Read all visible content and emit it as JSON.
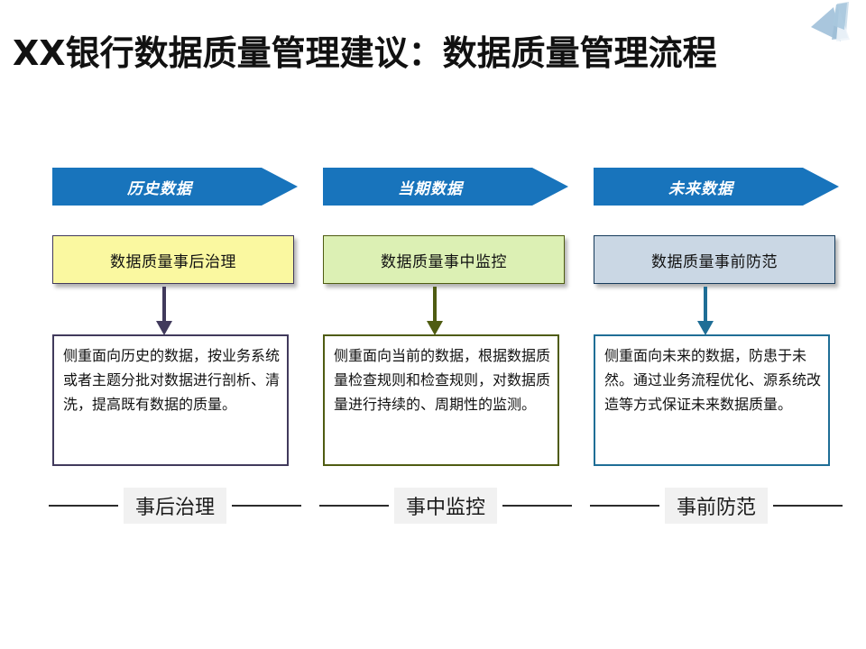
{
  "slide": {
    "title": "XX银行数据质量管理建议：数据质量管理流程",
    "decoration": "triangle-ribbon-decoration"
  },
  "theme": {
    "banner_blue": "#1874BC",
    "col1_fill": "#FAF8A0",
    "col1_stroke": "#413A5C",
    "col2_fill": "#DCF0B4",
    "col2_stroke": "#4F5C12",
    "col3_fill": "#CAD7E4",
    "col3_stroke": "#153A5B",
    "col3_arrow": "#1F6E96",
    "chip_bg": "#F1F1F1",
    "title_color": "#111111"
  },
  "columns": [
    {
      "banner": "历史数据",
      "box": "数据质量事后治理",
      "description": "侧重面向历史的数据，按业务系统或者主题分批对数据进行剖析、清洗，提高既有数据的质量。",
      "footer": "事后治理"
    },
    {
      "banner": "当期数据",
      "box": "数据质量事中监控",
      "description": "侧重面向当前的数据，根据数据质量检查规则和检查规则，对数据质量进行持续的、周期性的监测。",
      "footer": "事中监控"
    },
    {
      "banner": "未来数据",
      "box": "数据质量事前防范",
      "description": "侧重面向未来的数据，防患于未然。通过业务流程优化、源系统改造等方式保证未来数据质量。",
      "footer": "事前防范"
    }
  ]
}
